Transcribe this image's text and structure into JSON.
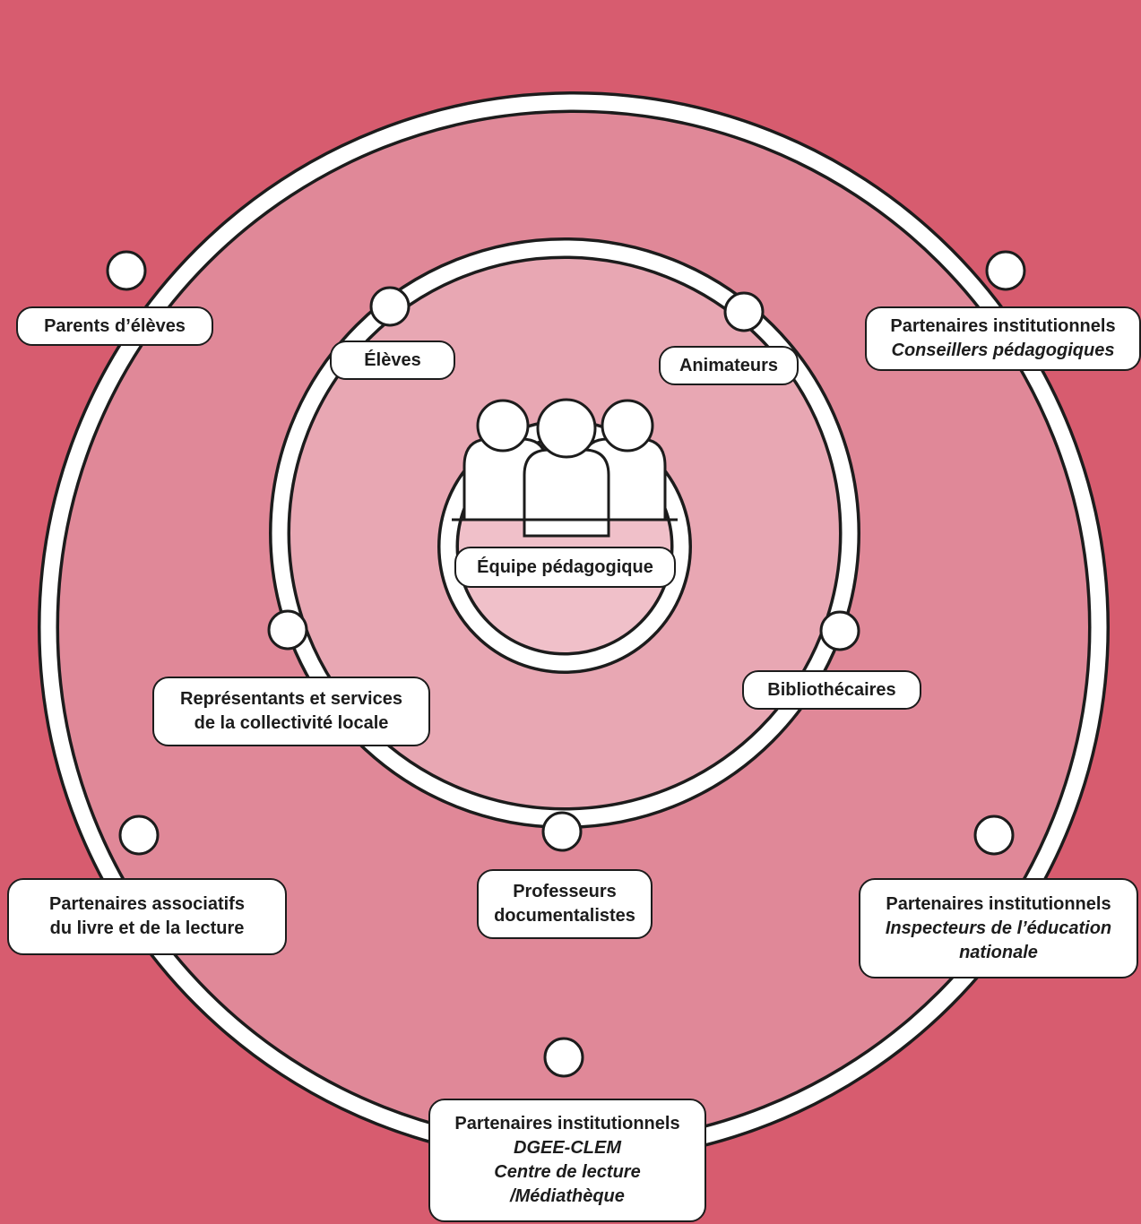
{
  "colors": {
    "background": "#d75c6f",
    "outer_ring_fill": "#e08898",
    "inner_ring_fill": "#e8a7b3",
    "center_fill": "#f0c0c9",
    "stroke": "#1c1c1c",
    "white": "#ffffff"
  },
  "center": {
    "icon": "group-of-people-icon",
    "label": "Équipe pédagogique"
  },
  "inner_ring": {
    "eleves": "Élèves",
    "animateurs": "Animateurs",
    "representants": [
      "Représentants et services",
      "de la collectivité locale"
    ],
    "bibliothecaires": "Bibliothécaires",
    "professeurs": [
      "Professeurs",
      "documentalistes"
    ]
  },
  "outer_ring": {
    "parents": "Parents d’élèves",
    "conseillers": {
      "title": "Partenaires institutionnels",
      "sub": "Conseillers pédagogiques"
    },
    "associatifs": [
      "Partenaires associatifs",
      "du livre et de la lecture"
    ],
    "inspecteurs": {
      "title": "Partenaires institutionnels",
      "sub": [
        "Inspecteurs de l’éducation",
        "nationale"
      ]
    },
    "dgee": {
      "title": "Partenaires institutionnels",
      "sub": [
        "DGEE-CLEM",
        "Centre de lecture",
        "/Médiathèque"
      ]
    }
  }
}
